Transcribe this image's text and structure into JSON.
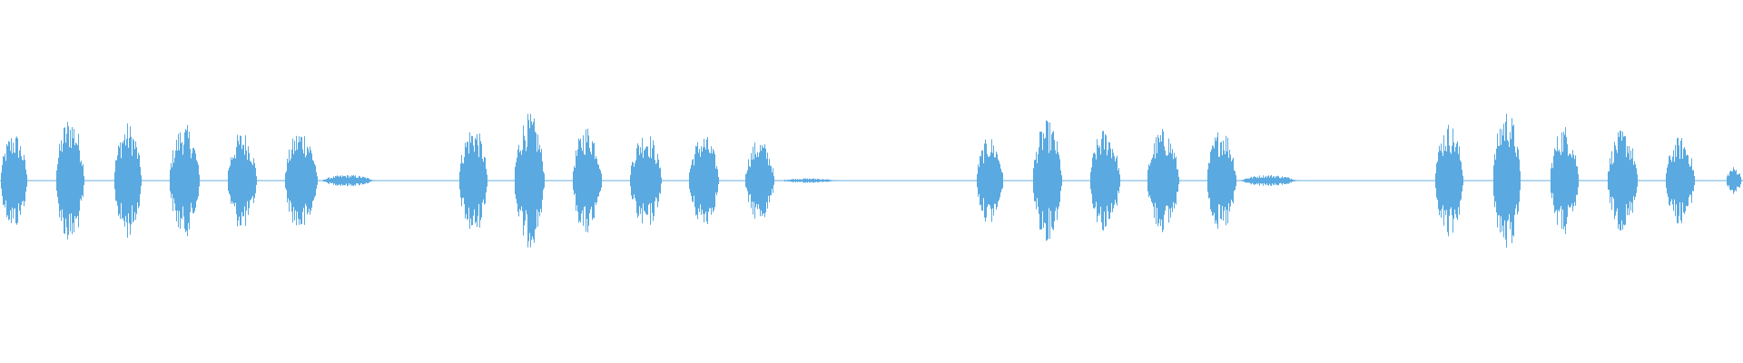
{
  "waveform": {
    "color": "#5aa9e0",
    "background": "#ffffff",
    "bursts": [
      {
        "start": 0.0,
        "end": 0.016,
        "amp": 0.42
      },
      {
        "start": 0.032,
        "end": 0.049,
        "amp": 0.56
      },
      {
        "start": 0.065,
        "end": 0.082,
        "amp": 0.5
      },
      {
        "start": 0.097,
        "end": 0.115,
        "amp": 0.49
      },
      {
        "start": 0.13,
        "end": 0.148,
        "amp": 0.43
      },
      {
        "start": 0.163,
        "end": 0.183,
        "amp": 0.45
      },
      {
        "start": 0.185,
        "end": 0.215,
        "amp": 0.05
      },
      {
        "start": 0.263,
        "end": 0.28,
        "amp": 0.48
      },
      {
        "start": 0.295,
        "end": 0.313,
        "amp": 0.58
      },
      {
        "start": 0.328,
        "end": 0.346,
        "amp": 0.48
      },
      {
        "start": 0.361,
        "end": 0.38,
        "amp": 0.43
      },
      {
        "start": 0.395,
        "end": 0.413,
        "amp": 0.4
      },
      {
        "start": 0.427,
        "end": 0.445,
        "amp": 0.36
      },
      {
        "start": 0.448,
        "end": 0.48,
        "amp": 0.02
      },
      {
        "start": 0.56,
        "end": 0.576,
        "amp": 0.38
      },
      {
        "start": 0.592,
        "end": 0.61,
        "amp": 0.52
      },
      {
        "start": 0.625,
        "end": 0.643,
        "amp": 0.45
      },
      {
        "start": 0.658,
        "end": 0.677,
        "amp": 0.45
      },
      {
        "start": 0.692,
        "end": 0.71,
        "amp": 0.46
      },
      {
        "start": 0.712,
        "end": 0.745,
        "amp": 0.05
      },
      {
        "start": 0.823,
        "end": 0.84,
        "amp": 0.5
      },
      {
        "start": 0.856,
        "end": 0.873,
        "amp": 0.62
      },
      {
        "start": 0.889,
        "end": 0.906,
        "amp": 0.48
      },
      {
        "start": 0.922,
        "end": 0.94,
        "amp": 0.44
      },
      {
        "start": 0.955,
        "end": 0.973,
        "amp": 0.38
      },
      {
        "start": 0.99,
        "end": 1.0,
        "amp": 0.12
      }
    ],
    "baseline_amp": 0.006
  }
}
